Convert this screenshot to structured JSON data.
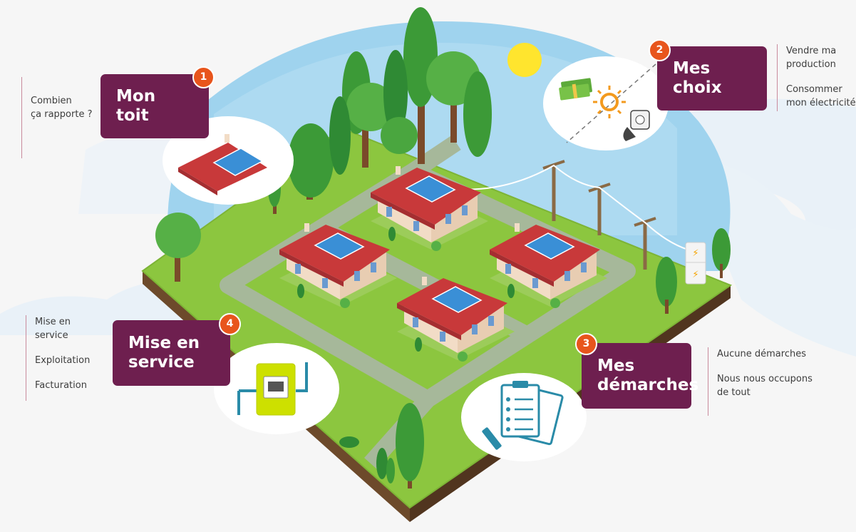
{
  "steps": [
    {
      "number": "1",
      "title": "Mon toit",
      "notes": [
        "Combien\nça rapporte ?"
      ]
    },
    {
      "number": "2",
      "title": "Mes choix",
      "notes": [
        "Vendre ma\nproduction",
        "Consommer\nmon électricité"
      ]
    },
    {
      "number": "3",
      "title": "Mes\ndémarches",
      "notes": [
        "Aucune démarches",
        "Nous nous occupons\nde tout"
      ]
    },
    {
      "number": "4",
      "title": "Mise en\nservice",
      "notes": [
        "Mise en\nservice",
        "Exploitation",
        "Facturation"
      ]
    }
  ],
  "colors": {
    "bubble": "#6e1f4f",
    "badge": "#e8551c",
    "grass": "#8cc63f",
    "road": "#a6b89a",
    "sky": "#9fd3ee",
    "roof": "#c8393a",
    "meter": "#cde000"
  },
  "icons": [
    "sun-icon",
    "money-icon",
    "plug-icon",
    "clipboard-icon",
    "pen-icon",
    "meter-icon",
    "battery-icon"
  ]
}
